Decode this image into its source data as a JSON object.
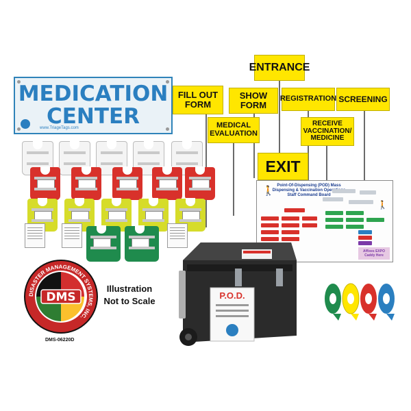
{
  "banner": {
    "line1": "MEDICATION",
    "line2": "CENTER",
    "website": "www.TriageTags.com"
  },
  "signs": {
    "entrance": "ENTRANCE",
    "fill_out_form": "FILL OUT FORM",
    "show_form": "SHOW FORM",
    "registration": "REGISTRATION",
    "screening": "SCREENING",
    "medical_evaluation": "MEDICAL EVALUATION",
    "receive_vaccination": "RECEIVE VACCINATION/ MEDICINE",
    "exit": "EXIT"
  },
  "board": {
    "title": "Point-Of-Dispensing (POD) Mass Dispensing & Vaccination Operations Staff Command Board",
    "logo_text": "Affixes EXPO Caddy Here"
  },
  "trunk": {
    "label": "P.O.D."
  },
  "logo": {
    "letters": "DMS",
    "ring_text": "DISASTER MANAGEMENT SYSTEMS, INC."
  },
  "note": {
    "line1": "Illustration",
    "line2": "Not to Scale"
  },
  "sku": "DMS-06220D",
  "colors": {
    "sign_yellow": "#ffe600",
    "banner_blue": "#2b7fc0",
    "vest_white": "#f4f4f4",
    "vest_red": "#d8312b",
    "vest_yellow": "#d6dc2a",
    "vest_green": "#1f8b4d",
    "tape_colors": [
      "#1f8b4d",
      "#ffe600",
      "#d8312b",
      "#2b7fc0"
    ]
  },
  "icons": [
    "pole-sign",
    "vest",
    "trunk",
    "flagging-tape",
    "dms-logo"
  ]
}
